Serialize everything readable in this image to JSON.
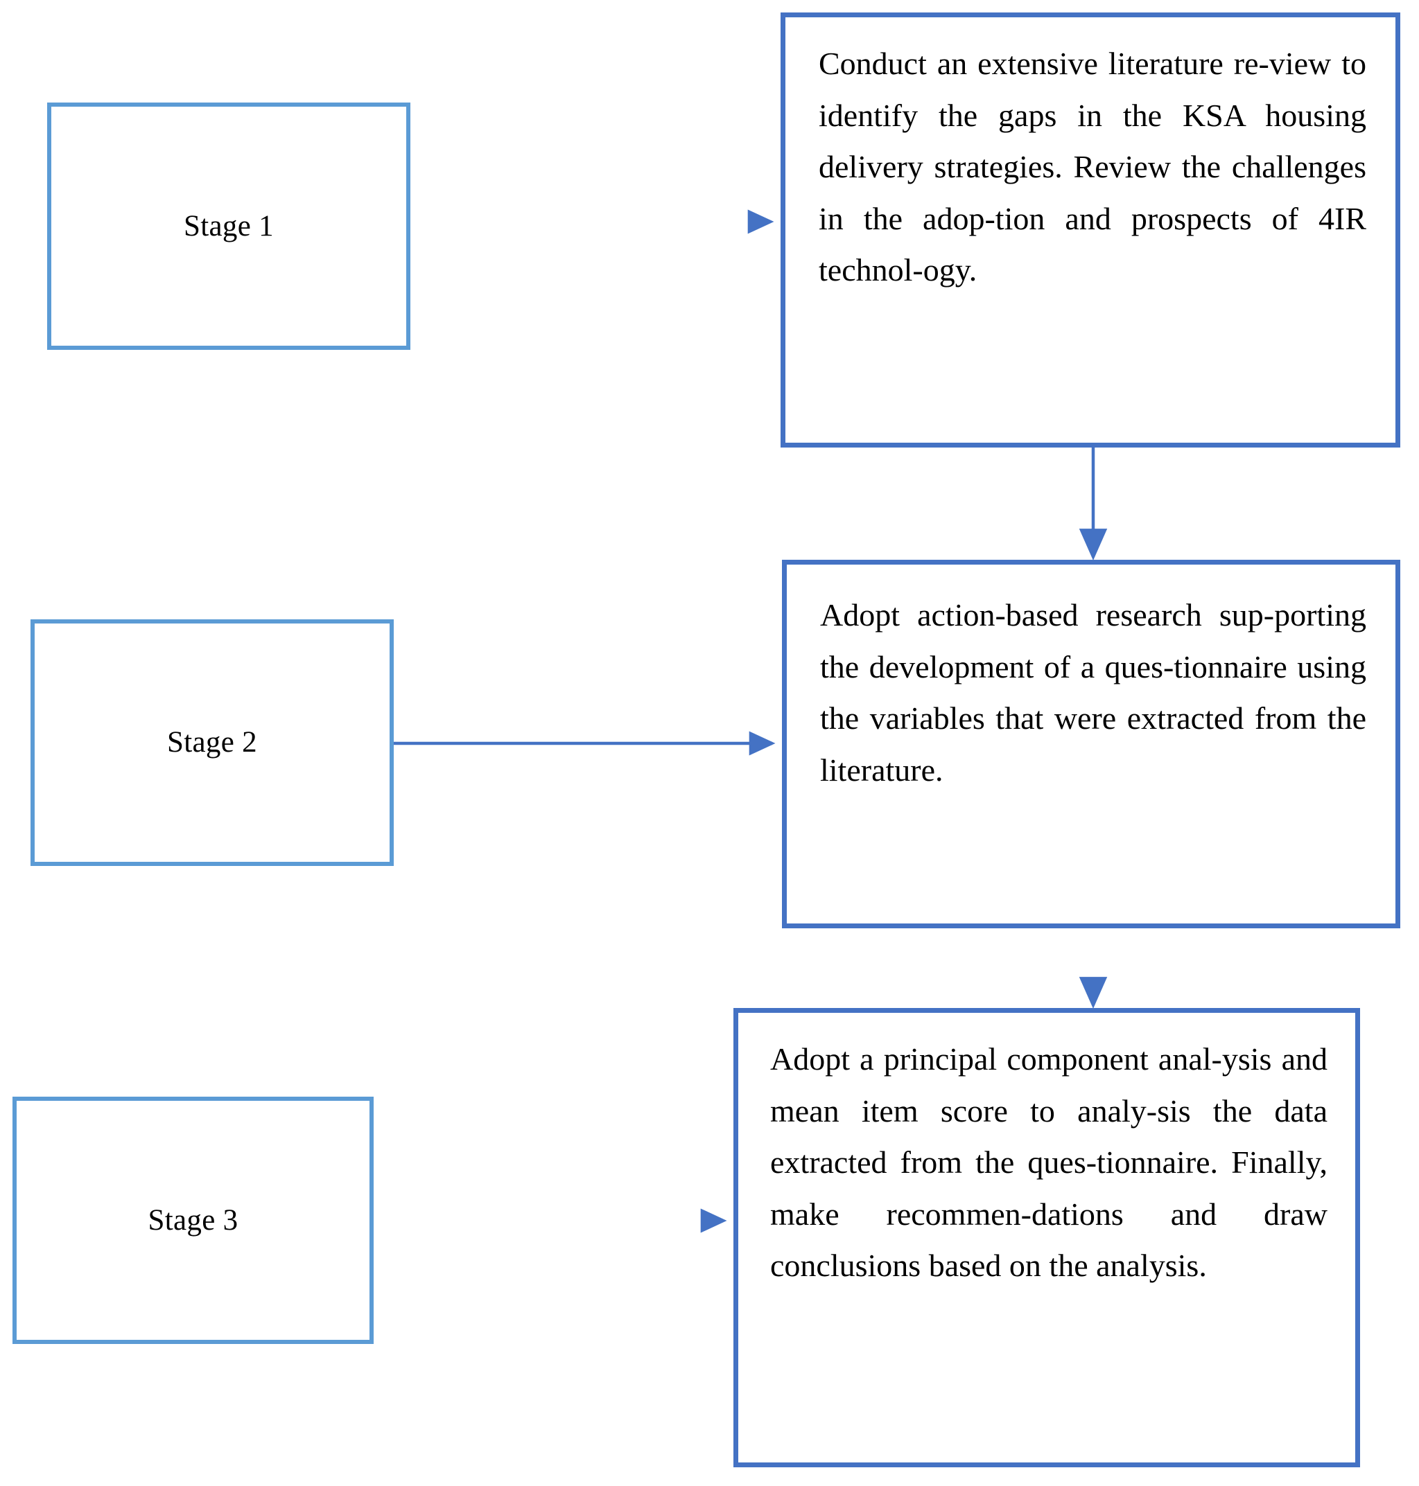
{
  "diagram": {
    "title": "Research methodology stages flowchart",
    "type": "flowchart",
    "orientation": "left-to-right stages with top-to-bottom sequence",
    "colors": {
      "stage_box_border": "#5B9BD5",
      "description_box_border": "#4472C4",
      "connector_line": "#4472C4",
      "connector_line_light": "#8FAADC",
      "text": "#000000",
      "background": "#FFFFFF"
    },
    "stages": [
      {
        "id": "stage-1",
        "label": "Stage 1"
      },
      {
        "id": "stage-2",
        "label": "Stage 2"
      },
      {
        "id": "stage-3",
        "label": "Stage 3"
      }
    ],
    "descriptions": [
      {
        "id": "description-1",
        "text": "Conduct an extensive literature re‐view to identify the gaps in the KSA housing delivery strategies. Review the challenges in the adop‐tion and prospects of 4IR technol‐ogy.",
        "lines": [
          "Conduct an extensive literature re-",
          "view to identify the gaps in the",
          "KSA housing delivery strategies.",
          "Review the challenges in the adop-",
          "tion and prospects of 4IR technol-",
          "ogy."
        ]
      },
      {
        "id": "description-2",
        "text": "Adopt action-based research sup‐porting the development of a ques‐tionnaire using the variables that were extracted from the literature.",
        "lines": [
          "Adopt action-based research sup-",
          "porting the development of a ques-",
          "tionnaire using the variables that",
          "were extracted from the literature."
        ]
      },
      {
        "id": "description-3",
        "text": "Adopt a principal component anal‐ysis and mean item score to analy‐sis the data extracted from the ques‐tionnaire. Finally, make recommen‐dations and draw conclusions based on the analysis.",
        "lines": [
          "Adopt a principal component anal-",
          "ysis and mean item score to analy-",
          "sis the data extracted from the ques-",
          "tionnaire. Finally, make recommen-",
          "dations and draw conclusions",
          "based on the analysis."
        ]
      }
    ],
    "connectors": [
      {
        "id": "connector-stage1-to-description1",
        "from": "stage-1",
        "to": "description-1",
        "direction": "right"
      },
      {
        "id": "connector-description1-to-description2",
        "from": "description-1",
        "to": "description-2",
        "direction": "down"
      },
      {
        "id": "connector-stage2-to-description2",
        "from": "stage-2",
        "to": "description-2",
        "direction": "right"
      },
      {
        "id": "connector-description2-to-description3",
        "from": "description-2",
        "to": "description-3",
        "direction": "down"
      },
      {
        "id": "connector-stage3-to-description3",
        "from": "stage-3",
        "to": "description-3",
        "direction": "right"
      }
    ]
  }
}
